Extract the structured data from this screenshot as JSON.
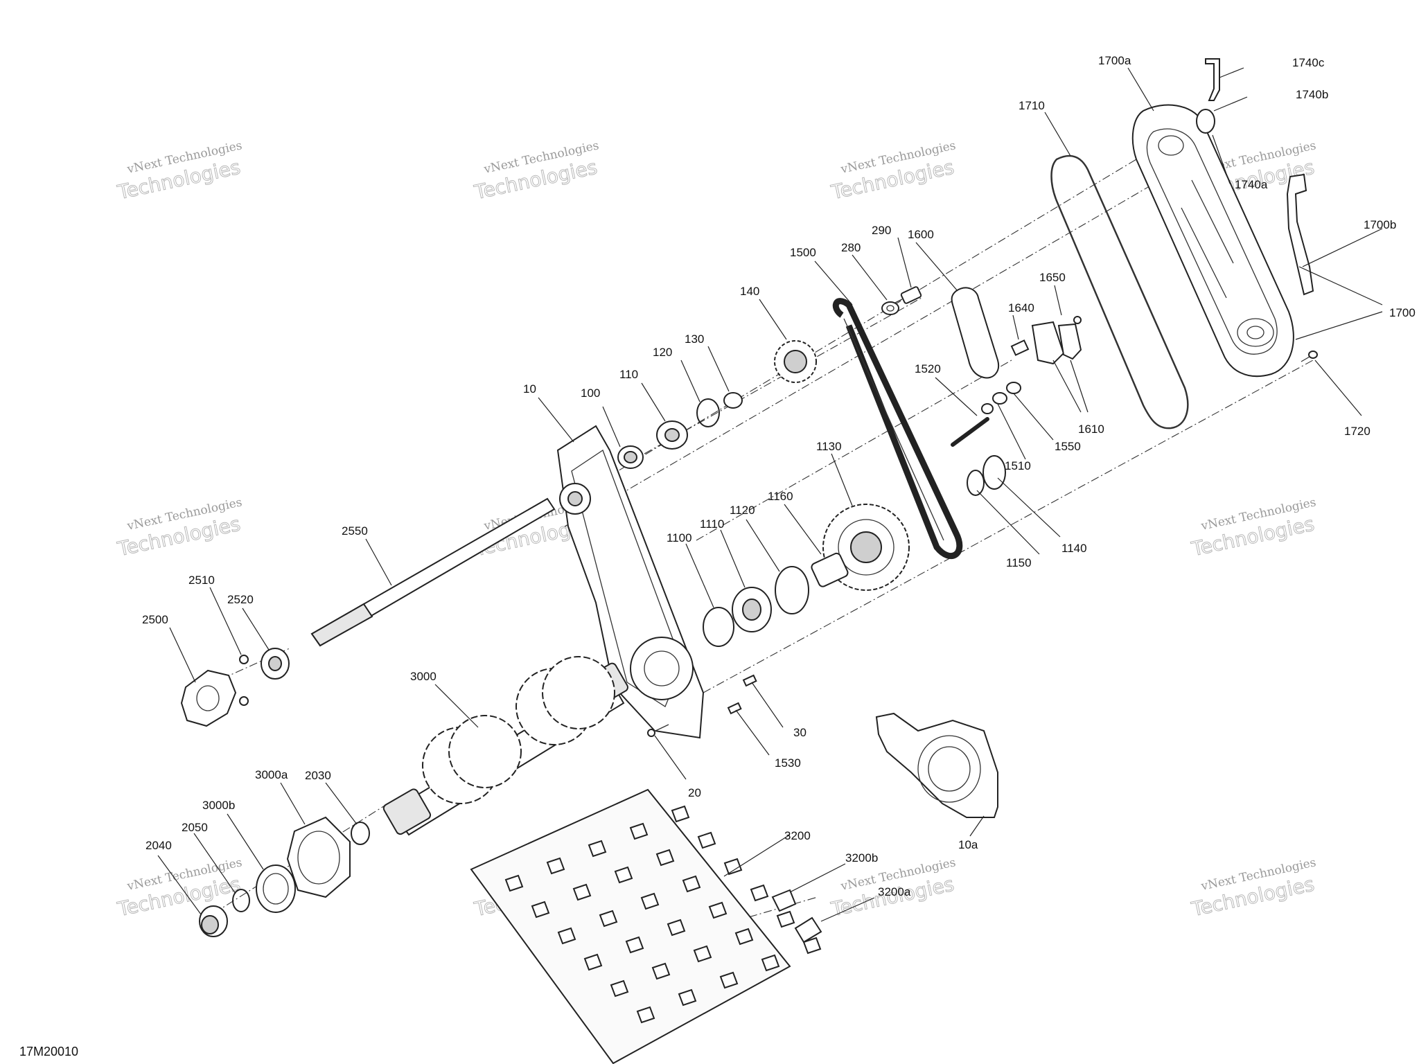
{
  "drawing_code": "17M20010",
  "watermark": {
    "line1": "vNext Technologies",
    "line2": "Technologies"
  },
  "callouts": [
    {
      "id": "c1700a",
      "text": "1700a"
    },
    {
      "id": "c1740c",
      "text": "1740c"
    },
    {
      "id": "c1740b",
      "text": "1740b"
    },
    {
      "id": "c1710",
      "text": "1710"
    },
    {
      "id": "c1740a",
      "text": "1740a"
    },
    {
      "id": "c1700b",
      "text": "1700b"
    },
    {
      "id": "c1700",
      "text": "1700"
    },
    {
      "id": "c1720",
      "text": "1720"
    },
    {
      "id": "c290",
      "text": "290"
    },
    {
      "id": "c1600",
      "text": "1600"
    },
    {
      "id": "c280",
      "text": "280"
    },
    {
      "id": "c1500",
      "text": "1500"
    },
    {
      "id": "c1650",
      "text": "1650"
    },
    {
      "id": "c1640",
      "text": "1640"
    },
    {
      "id": "c140",
      "text": "140"
    },
    {
      "id": "c130",
      "text": "130"
    },
    {
      "id": "c120",
      "text": "120"
    },
    {
      "id": "c110",
      "text": "110"
    },
    {
      "id": "c100",
      "text": "100"
    },
    {
      "id": "c10",
      "text": "10"
    },
    {
      "id": "c1520",
      "text": "1520"
    },
    {
      "id": "c1610",
      "text": "1610"
    },
    {
      "id": "c1550",
      "text": "1550"
    },
    {
      "id": "c1510",
      "text": "1510"
    },
    {
      "id": "c1130",
      "text": "1130"
    },
    {
      "id": "c1140",
      "text": "1140"
    },
    {
      "id": "c1150",
      "text": "1150"
    },
    {
      "id": "c1160",
      "text": "1160"
    },
    {
      "id": "c1120",
      "text": "1120"
    },
    {
      "id": "c1110",
      "text": "1110"
    },
    {
      "id": "c1100",
      "text": "1100"
    },
    {
      "id": "c2550",
      "text": "2550"
    },
    {
      "id": "c2510",
      "text": "2510"
    },
    {
      "id": "c2520",
      "text": "2520"
    },
    {
      "id": "c2500",
      "text": "2500"
    },
    {
      "id": "c3000",
      "text": "3000"
    },
    {
      "id": "c30",
      "text": "30"
    },
    {
      "id": "c1530",
      "text": "1530"
    },
    {
      "id": "c20",
      "text": "20"
    },
    {
      "id": "c3000a",
      "text": "3000a"
    },
    {
      "id": "c2030",
      "text": "2030"
    },
    {
      "id": "c3000b",
      "text": "3000b"
    },
    {
      "id": "c2050",
      "text": "2050"
    },
    {
      "id": "c2040",
      "text": "2040"
    },
    {
      "id": "c3200",
      "text": "3200"
    },
    {
      "id": "c3200b",
      "text": "3200b"
    },
    {
      "id": "c3200a",
      "text": "3200a"
    },
    {
      "id": "c10a",
      "text": "10a"
    }
  ]
}
